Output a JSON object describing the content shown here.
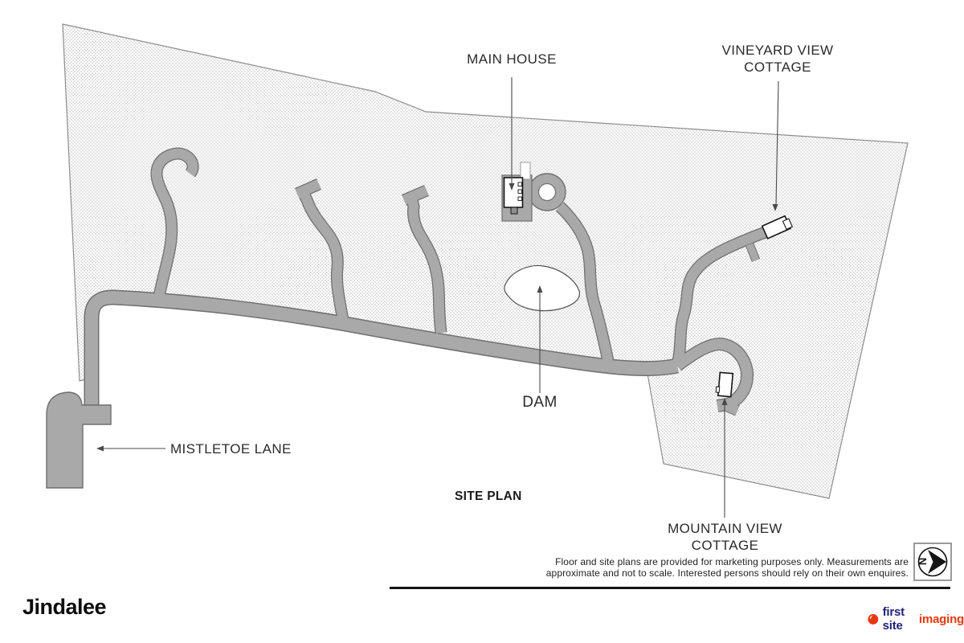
{
  "page": {
    "title": "Jindalee"
  },
  "map": {
    "title": "SITE PLAN",
    "labels": {
      "main_house": "MAIN HOUSE",
      "vineyard_cottage": [
        "VINEYARD VIEW",
        "COTTAGE"
      ],
      "dam": "DAM",
      "mistletoe_lane": "MISTLETOE LANE",
      "mountain_cottage": "MOUNTAIN VIEW COTTAGE"
    }
  },
  "disclaimer": {
    "line1": "Floor and site plans are provided for marketing purposes only. Measurements are",
    "line2": "approximate and not to scale. Interested persons should rely on their own enquires."
  },
  "north_arrow": {
    "letter": "N"
  },
  "logo": {
    "text_primary": "first site",
    "text_secondary": "imaging"
  },
  "colors": {
    "road": "#a9a9a9",
    "road_outline": "#6f6f6f",
    "parcel_dot": "#e2e2e2",
    "parcel_outline": "#8d8d8d",
    "leader": "#4a4a4a",
    "building_outline": "#161616",
    "logo_navy": "#22227a",
    "logo_orange": "#e8380d"
  }
}
